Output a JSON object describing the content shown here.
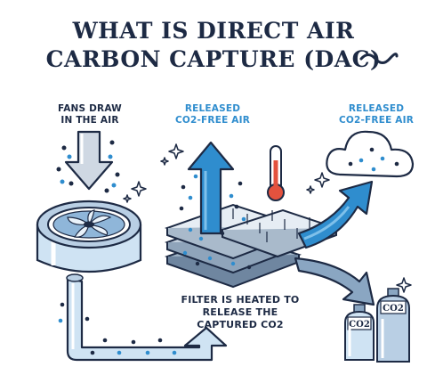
{
  "title": {
    "line1": "WHAT IS DIRECT AIR",
    "line2": "CARBON CAPTURE (DAC)"
  },
  "labels": {
    "fans": [
      "FANS DRAW",
      "IN THE AIR"
    ],
    "released_center": [
      "RELEASED",
      "CO2-FREE AIR"
    ],
    "released_right": [
      "RELEASED",
      "CO2-FREE AIR"
    ],
    "filter": [
      "FILTER IS HEATED TO",
      "RELEASE THE",
      "CAPTURED CO2"
    ]
  },
  "tanks": [
    "CO2",
    "CO2"
  ],
  "colors": {
    "navy": "#1d2a44",
    "accent_blue": "#2f8dce",
    "light_blue": "#cfe3f3",
    "thermometer_red": "#e3523e"
  },
  "icons": [
    "fan-icon",
    "thermometer-icon",
    "cloud-icon",
    "sparkle-icon",
    "tilde-icon",
    "gas-tank-icon"
  ]
}
